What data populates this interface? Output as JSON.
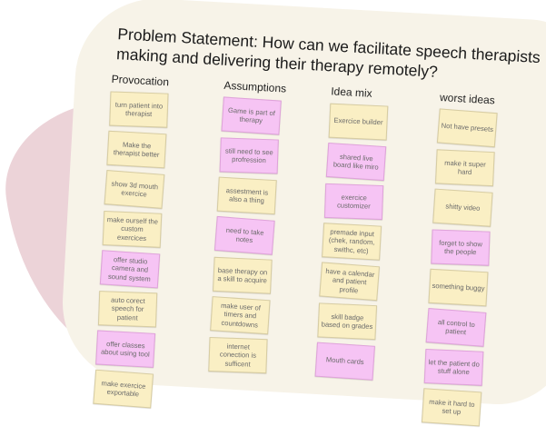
{
  "board": {
    "title": "Problem Statement: How can we facilitate speech therapists making and delivering their therapy remotely?",
    "colors": {
      "background_blob": "#ecd3d8",
      "board": "#f7f3e8",
      "yellow_note": "#faefc4",
      "pink_note": "#f6c4f4"
    },
    "columns": [
      {
        "heading": "Provocation",
        "notes": [
          {
            "text": "turn patient into therapist",
            "color": "yellow"
          },
          {
            "text": "Make the therapist better",
            "color": "yellow"
          },
          {
            "text": "show 3d mouth exercice",
            "color": "yellow"
          },
          {
            "text": "make ourself the custom exercices",
            "color": "yellow"
          },
          {
            "text": "offer studio camera and sound system",
            "color": "pink"
          },
          {
            "text": "auto corect speech for patient",
            "color": "yellow"
          },
          {
            "text": "offer classes about using tool",
            "color": "pink"
          },
          {
            "text": "make exercice exportable",
            "color": "yellow"
          }
        ]
      },
      {
        "heading": "Assumptions",
        "notes": [
          {
            "text": "Game is part of therapy",
            "color": "pink"
          },
          {
            "text": "still need to see profression",
            "color": "pink"
          },
          {
            "text": "assestment is also a thing",
            "color": "yellow"
          },
          {
            "text": "need to take notes",
            "color": "pink"
          },
          {
            "text": "base therapy on a skill to acquire",
            "color": "yellow"
          },
          {
            "text": "make user of timers and countdowns",
            "color": "yellow"
          },
          {
            "text": "internet conection is sufficent",
            "color": "yellow"
          }
        ]
      },
      {
        "heading": "Idea mix",
        "notes": [
          {
            "text": "Exercice builder",
            "color": "yellow"
          },
          {
            "text": "shared live board like miro",
            "color": "pink"
          },
          {
            "text": "exercice customizer",
            "color": "pink"
          },
          {
            "text": "premade input (chek, random, swithc, etc)",
            "color": "yellow"
          },
          {
            "text": "have a calendar and patient profile",
            "color": "yellow"
          },
          {
            "text": "skill badge based on grades",
            "color": "yellow"
          },
          {
            "text": "Mouth cards",
            "color": "pink"
          }
        ]
      },
      {
        "heading": "worst ideas",
        "notes": [
          {
            "text": "Not have presets",
            "color": "yellow"
          },
          {
            "text": "make it super hard",
            "color": "yellow"
          },
          {
            "text": "shitty video",
            "color": "yellow"
          },
          {
            "text": "forget to show the people",
            "color": "pink"
          },
          {
            "text": "something buggy",
            "color": "yellow"
          },
          {
            "text": "all control to patient",
            "color": "pink"
          },
          {
            "text": "let the patient do stuff alone",
            "color": "pink"
          },
          {
            "text": "make it hard to set up",
            "color": "yellow"
          }
        ]
      }
    ]
  }
}
